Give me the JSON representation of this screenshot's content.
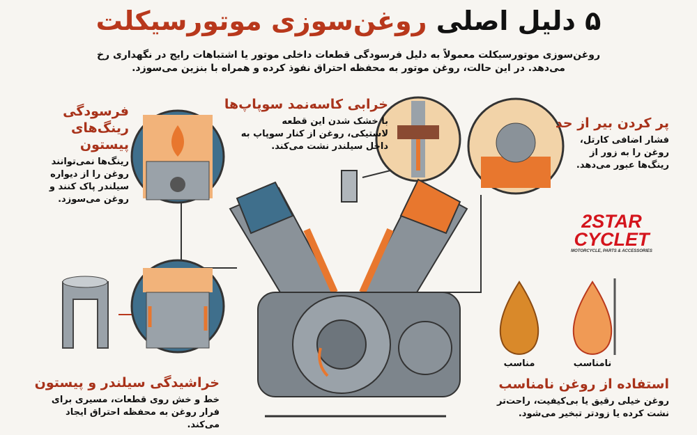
{
  "title": {
    "part1": "۵ دلیل اصلی",
    "part2": "روغن‌سوزی موتورسیکلت"
  },
  "intro": "روغن‌سوزی موتورسیکلت معمولاً به دلیل فرسودگی قطعات داخلی موتور یا اشتباهات رایج در نگهداری رخ می‌دهد. در این حالت، روغن موتور به محفظه احتراق نفوذ کرده و همراه با بنزین می‌سوزد.",
  "reasons": [
    {
      "title": "فرسودگی رینگ‌های پیستون",
      "desc": "رینگ‌ها نمی‌توانند روغن را از دیواره سیلندر پاک کنند و روغن می‌سوزد."
    },
    {
      "title": "خرابی کاسه‌نمد سوپاپ‌ها",
      "desc": "با خشک شدن این قطعه لاستیکی، روغن از کنار سوپاپ به داخل سیلندر نشت می‌کند."
    },
    {
      "title": "پر کردن بیر از حد",
      "desc": "فشار اضافی کارتل، روغن را به زور از رینگ‌ها عبور می‌دهد."
    },
    {
      "title": "خراشیدگی سیلندر و پیستون",
      "desc": "خط و خش روی قطعات، مسیری برای فرار روغن به محفظه احتراق ایجاد می‌کند."
    },
    {
      "title": "استفاده از روغن نامناسب",
      "desc": "روغن خیلی رقیق یا بی‌کیفیت، راحت‌تر نشت کرده یا زودتر تبخیر می‌شود."
    }
  ],
  "drops": {
    "good": "مناسب",
    "bad": "نامناسب"
  },
  "logo": {
    "line1": "2STAR",
    "line2": "CYCLET",
    "tagline": "MOTORCYCLE, PARTS & ACCESSORIES"
  },
  "colors": {
    "accent": "#b8381c",
    "oil": "#e8772e",
    "steel": "#8a9299",
    "blue": "#3f6f8c"
  }
}
